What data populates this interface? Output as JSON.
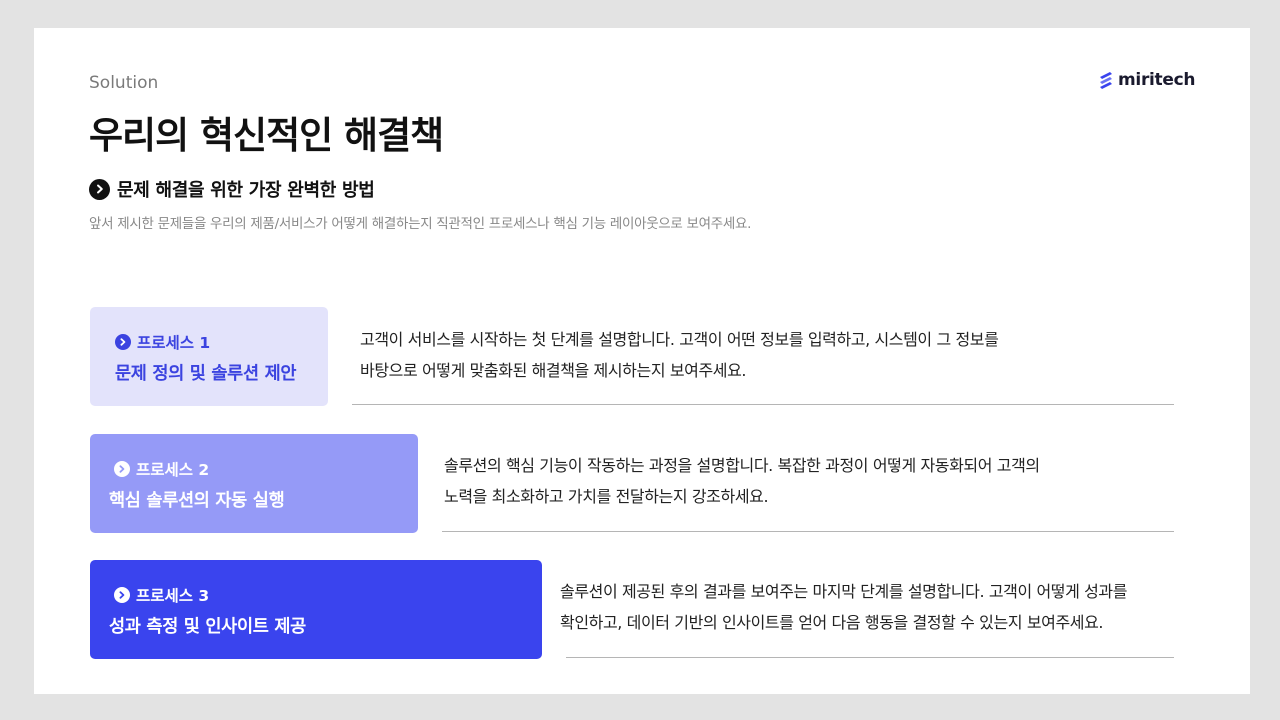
{
  "header": {
    "eyebrow": "Solution",
    "title": "우리의 혁신적인 해결책",
    "logo_text": "miritech",
    "logo_icon": "stacked-stripes-logo"
  },
  "subhead": {
    "text": "문제 해결을 위한 가장 완벽한 방법",
    "description": "앞서 제시한 문제들을 우리의 제품/서비스가 어떻게 해결하는지 직관적인 프로세스나 핵심 기능 레이아웃으로 보여주세요.",
    "icon": "chevron-circle-icon"
  },
  "processes": [
    {
      "tag": "프로세스 1",
      "title": "문제 정의 및 솔루션 제안",
      "line1": "고객이 서비스를 시작하는 첫 단계를 설명합니다. 고객이 어떤 정보를 입력하고, 시스템이 그 정보를",
      "line2": "바탕으로 어떻게 맞춤화된 해결책을 제시하는지 보여주세요.",
      "color": "#e3e3fb"
    },
    {
      "tag": "프로세스 2",
      "title": "핵심 솔루션의 자동 실행",
      "line1": "솔루션의 핵심 기능이 작동하는 과정을 설명합니다. 복잡한 과정이 어떻게 자동화되어 고객의",
      "line2": "노력을 최소화하고 가치를 전달하는지 강조하세요.",
      "color": "#959af7"
    },
    {
      "tag": "프로세스 3",
      "title": "성과 측정 및 인사이트 제공",
      "line1": "솔루션이 제공된 후의 결과를 보여주는 마지막 단계를 설명합니다. 고객이 어떻게 성과를",
      "line2": "확인하고, 데이터 기반의 인사이트를 얻어 다음 행동을 결정할 수 있는지 보여주세요.",
      "color": "#3a44ee"
    }
  ],
  "colors": {
    "accent": "#3a44ee",
    "accent_light": "#959af7",
    "accent_pale": "#e3e3fb"
  }
}
